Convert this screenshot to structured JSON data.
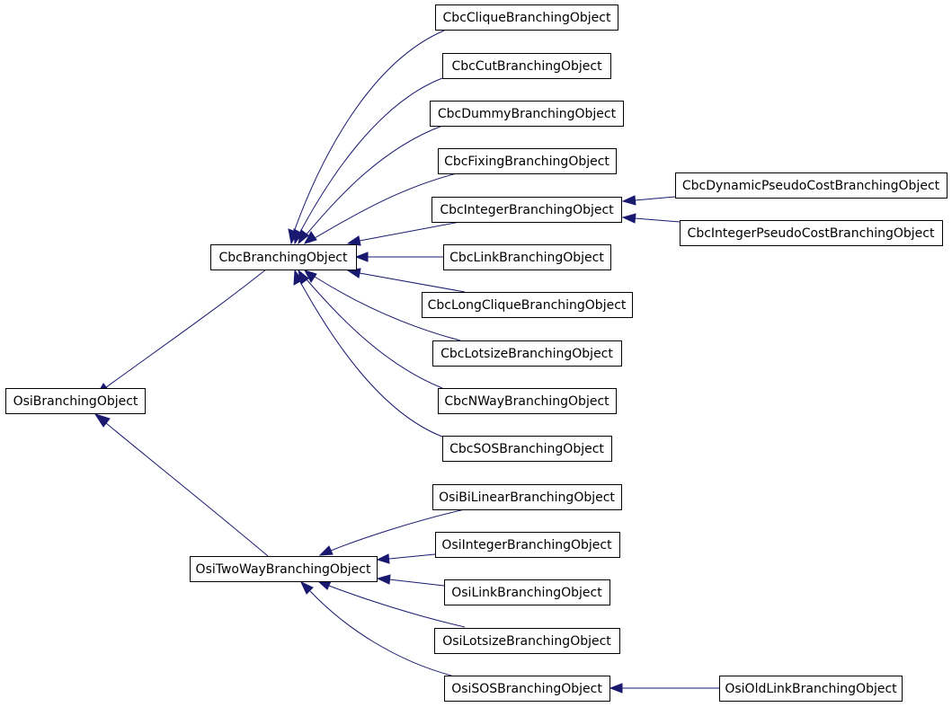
{
  "nodes": {
    "cbc_clique": "CbcCliqueBranchingObject",
    "cbc_cut": "CbcCutBranchingObject",
    "cbc_dummy": "CbcDummyBranchingObject",
    "cbc_fixing": "CbcFixingBranchingObject",
    "cbc_integer": "CbcIntegerBranchingObject",
    "cbc_dynamic": "CbcDynamicPseudoCostBranchingObject",
    "cbc_intpseudo": "CbcIntegerPseudoCostBranchingObject",
    "cbc_branching": "CbcBranchingObject",
    "cbc_link": "CbcLinkBranchingObject",
    "cbc_longclique": "CbcLongCliqueBranchingObject",
    "cbc_lotsize": "CbcLotsizeBranchingObject",
    "cbc_nway": "CbcNWayBranchingObject",
    "cbc_sos": "CbcSOSBranchingObject",
    "osi_branching": "OsiBranchingObject",
    "osi_bilinear": "OsiBiLinearBranchingObject",
    "osi_integer": "OsiIntegerBranchingObject",
    "osi_twoway": "OsiTwoWayBranchingObject",
    "osi_link": "OsiLinkBranchingObject",
    "osi_lotsize": "OsiLotsizeBranchingObject",
    "osi_sos": "OsiSOSBranchingObject",
    "osi_oldlink": "OsiOldLinkBranchingObject"
  },
  "colors": {
    "edge": "#191970",
    "box_border": "#000000",
    "background": "#ffffff"
  }
}
